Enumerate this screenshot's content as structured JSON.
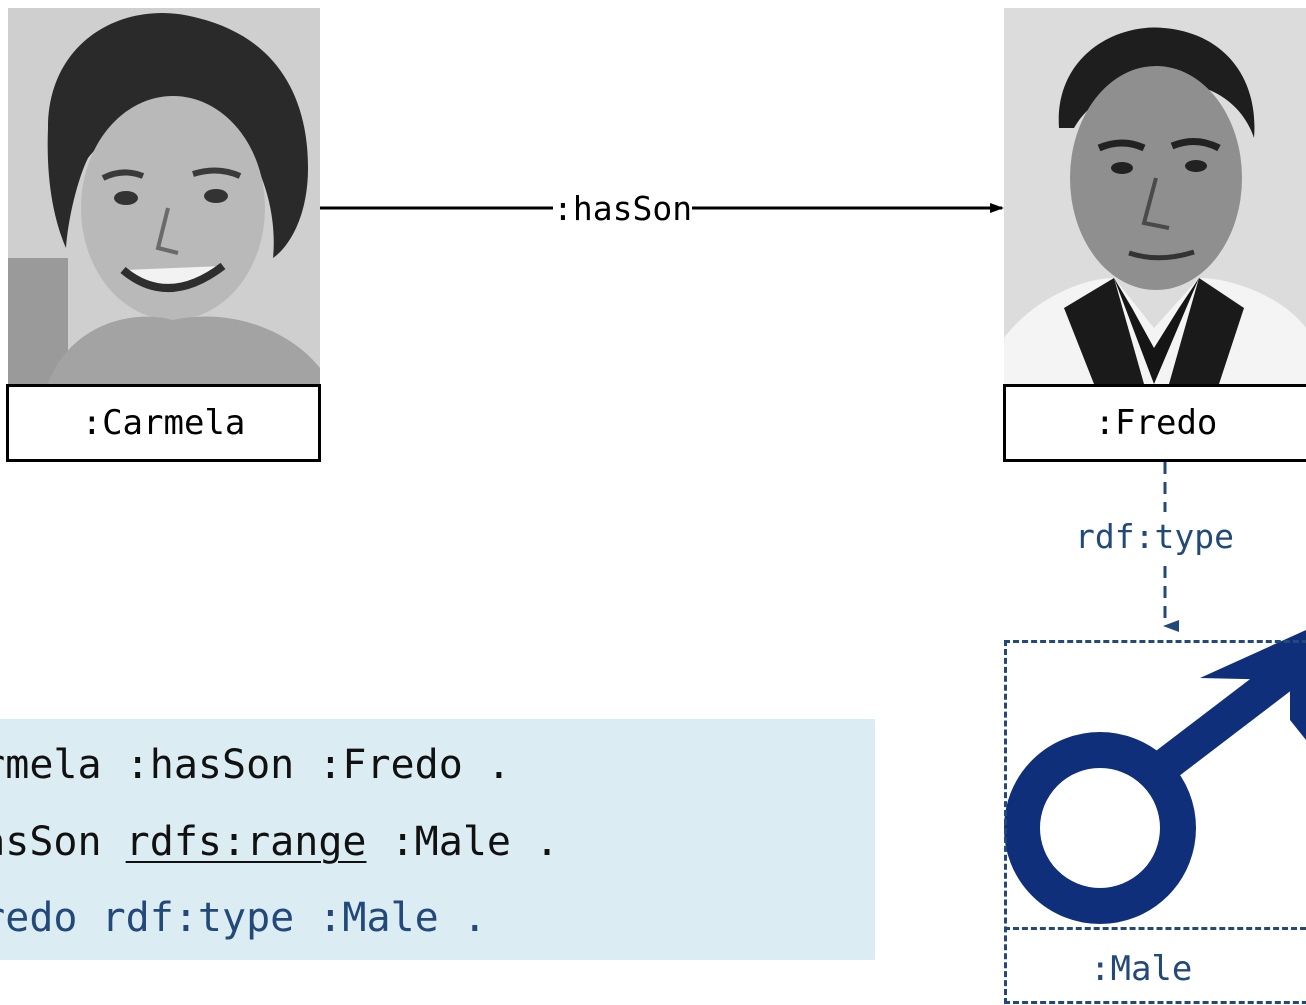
{
  "nodes": {
    "carmela": {
      "label": ":Carmela"
    },
    "fredo": {
      "label": ":Fredo"
    },
    "male": {
      "label": ":Male",
      "icon": "male-symbol-icon"
    }
  },
  "edges": {
    "has_son": {
      "label": ":hasSon"
    },
    "rdf_type": {
      "label": "rdf:type"
    }
  },
  "code": {
    "line1": "Carmela :hasSon :Fredo .",
    "line2_prefix": ":hasSon ",
    "line2_keyword": "rdfs:range",
    "line2_suffix": " :Male .",
    "line3": ":Fredo rdf:type :Male ."
  },
  "colors": {
    "accent": "#22497a",
    "male_symbol": "#0f2f7a",
    "code_background": "#dbecf2"
  }
}
